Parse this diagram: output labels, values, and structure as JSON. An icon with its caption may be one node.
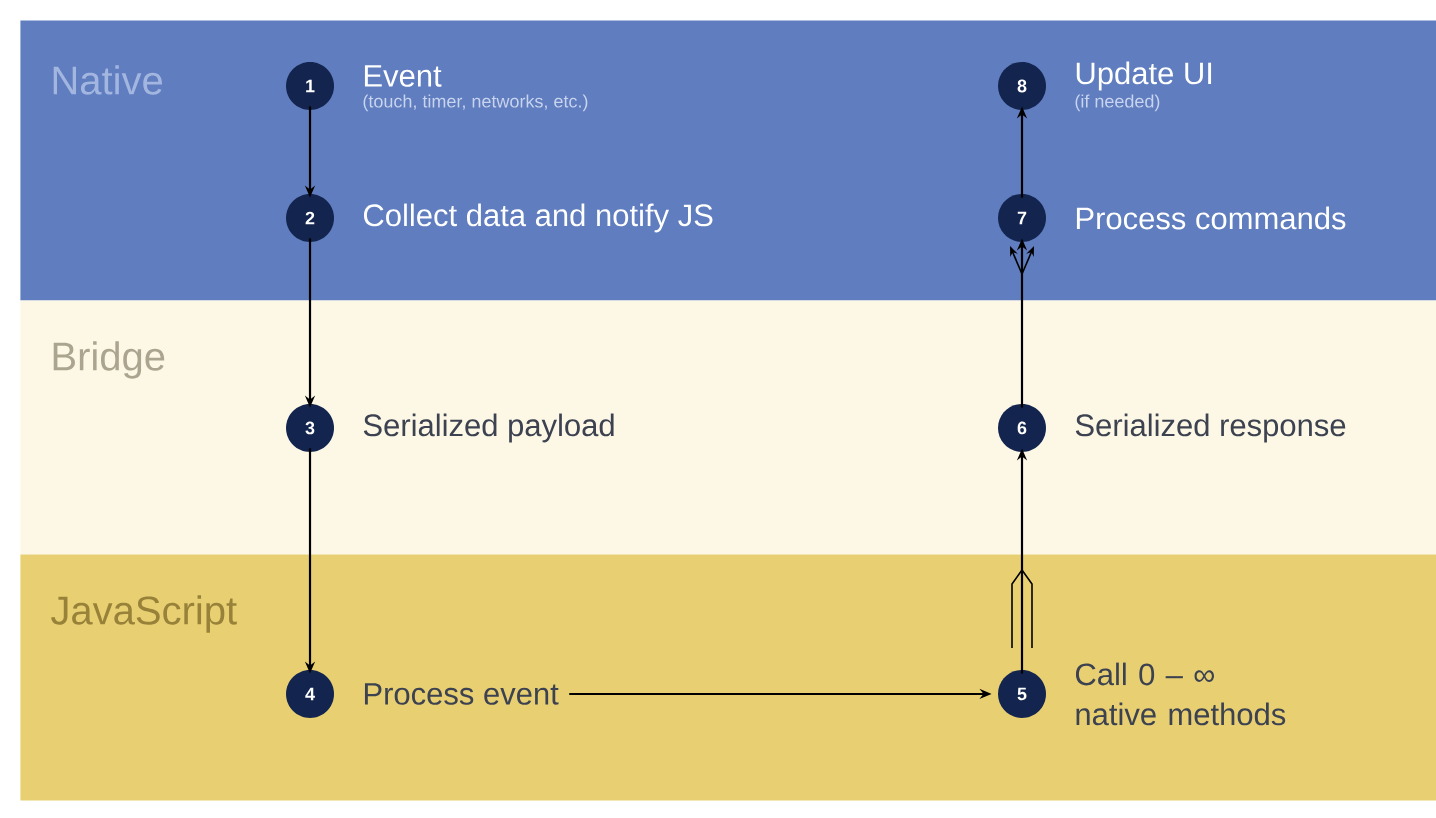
{
  "diagram": {
    "nodes": [
      {
        "text": [
          "Native"
        ]
      },
      {
        "text": [
          "1"
        ],
        "in": 0,
        "beside": [
          "Event",
          "(touch, timer, networks, etc.)"
        ]
      },
      {
        "text": [
          "8"
        ],
        "in": 0,
        "beside": [
          "Update UI",
          "(if needed)"
        ]
      },
      {
        "text": [
          "2"
        ],
        "in": 0,
        "beside": [
          "Collect data and notify JS"
        ]
      },
      {
        "text": [
          "7"
        ],
        "in": 0,
        "beside": [
          "Process commands"
        ]
      },
      {
        "text": [
          "Bridge"
        ]
      },
      {
        "text": [
          "3"
        ],
        "in": 5,
        "beside": [
          "Serialized payload"
        ]
      },
      {
        "text": [
          "6"
        ],
        "in": 5,
        "beside": [
          "Serialized response"
        ]
      },
      {
        "text": [
          "JavaScript"
        ]
      },
      {
        "text": [
          "4"
        ],
        "in": 8,
        "beside": [
          "Process event"
        ]
      },
      {
        "text": [
          "5"
        ],
        "in": 8,
        "beside": [
          "Call 0 – ∞ native methods"
        ]
      }
    ],
    "edges": [
      {
        "from": 1,
        "to": 3,
        "arrow": "to"
      },
      {
        "from": 3,
        "to": 6,
        "arrow": "to"
      },
      {
        "from": 6,
        "to": 9,
        "arrow": "to"
      },
      {
        "from": 9,
        "to": 10,
        "arrow": "to"
      },
      {
        "from": 10,
        "to": 7,
        "arrow": "to"
      },
      {
        "from": 7,
        "to": 4,
        "arrow": "to"
      },
      {
        "from": 4,
        "to": 2,
        "arrow": "to"
      }
    ]
  }
}
